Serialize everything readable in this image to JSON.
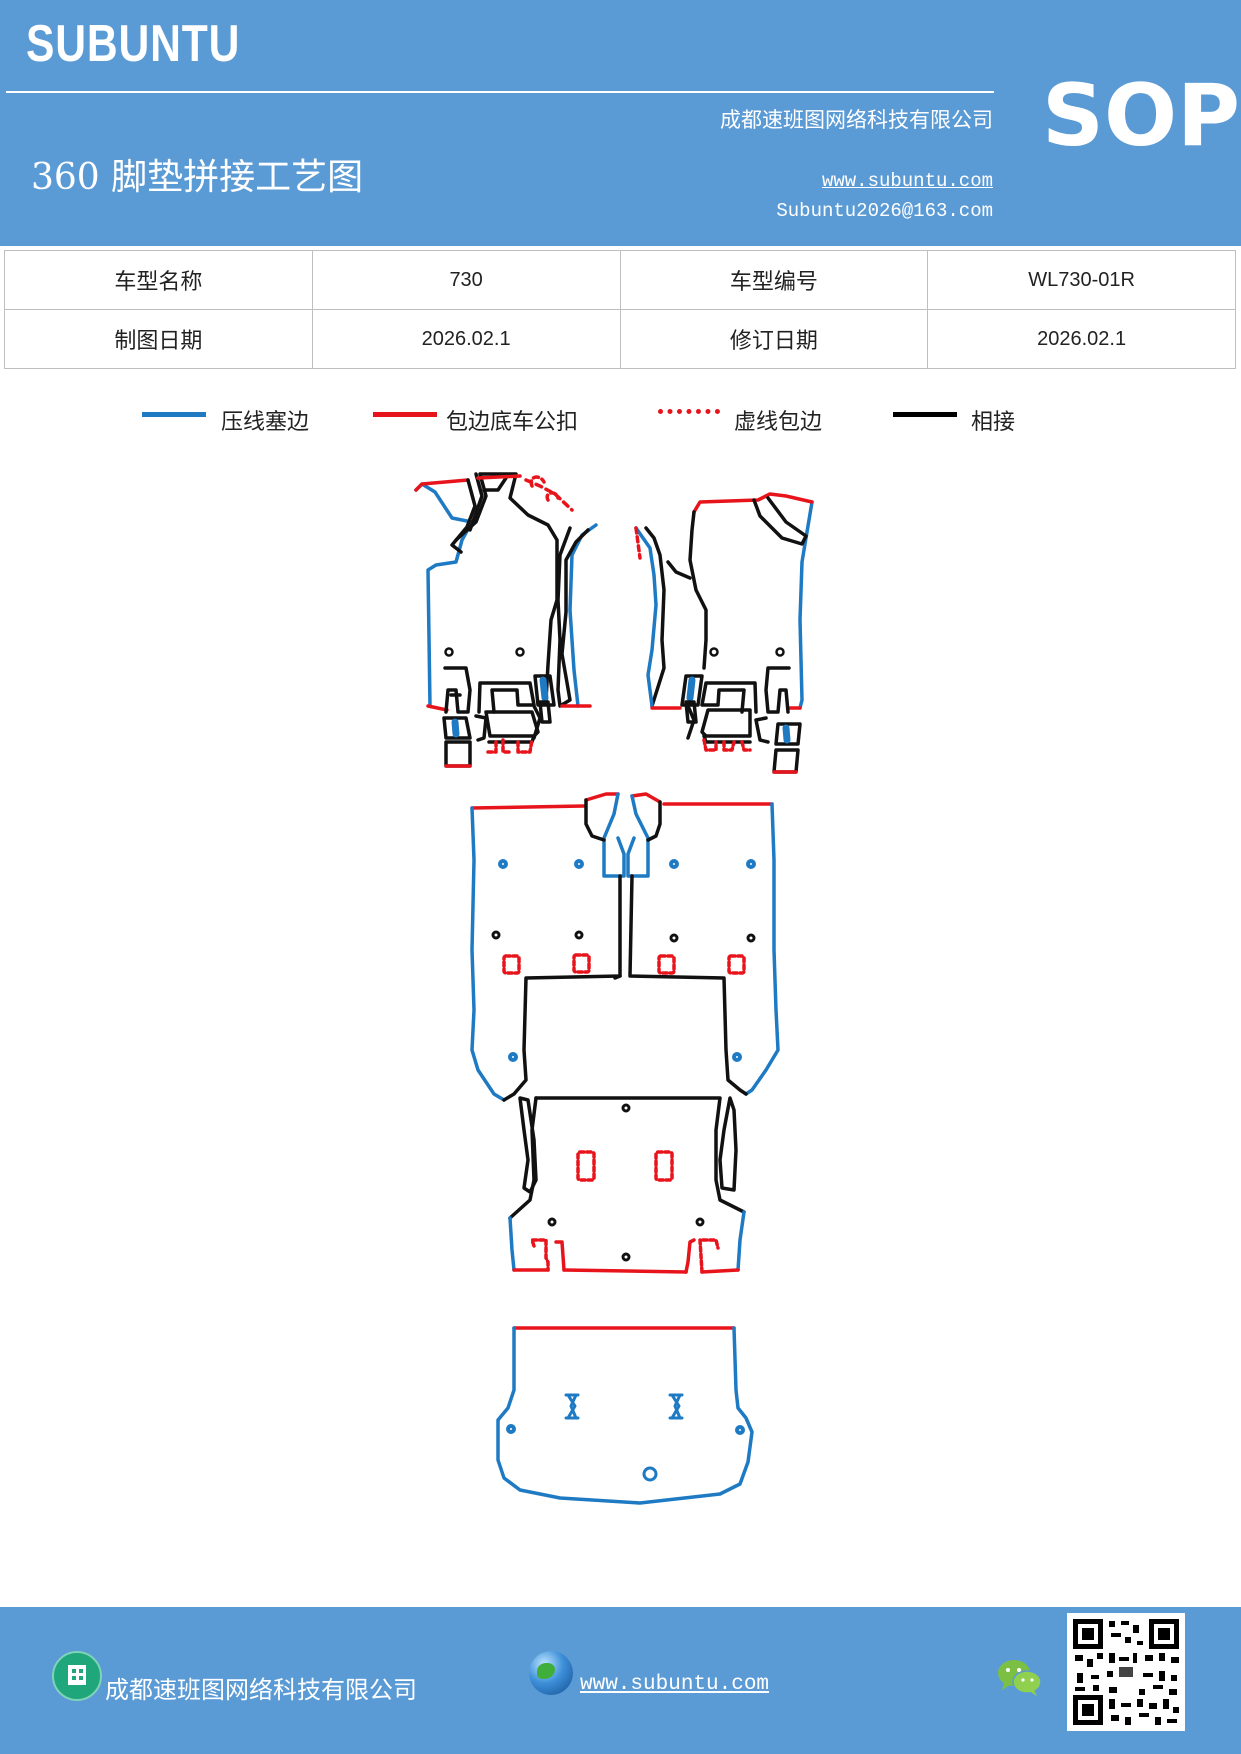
{
  "header": {
    "brand": "SUBUNTU",
    "company": "成都速班图网络科技有限公司",
    "title": "360 脚垫拼接工艺图",
    "url": "www.subuntu.com",
    "email": "Subuntu2026@163.com",
    "badge": "SOP"
  },
  "info_table": {
    "rows": [
      {
        "label1": "车型名称",
        "value1": "730",
        "label2": "车型编号",
        "value2": "WL730-01R"
      },
      {
        "label1": "制图日期",
        "value1": "2026.02.1",
        "label2": "修订日期",
        "value2": "2026.02.1"
      }
    ]
  },
  "legend": {
    "items": [
      {
        "label": "压线塞边",
        "color": "#1f7ac4",
        "style": "solid"
      },
      {
        "label": "包边底车公扣",
        "color": "#e8141c",
        "style": "solid"
      },
      {
        "label": "虚线包边",
        "color": "#e8141c",
        "style": "dotted"
      },
      {
        "label": "相接",
        "color": "#000000",
        "style": "solid"
      }
    ]
  },
  "colors": {
    "header_bg": "#5b9bd5",
    "blue_line": "#1f7ac4",
    "red_line": "#e8141c",
    "black_line": "#111111"
  },
  "footer": {
    "company": "成都速班图网络科技有限公司",
    "url": "www.subuntu.com",
    "icons": [
      "building-icon",
      "globe-icon",
      "wechat-icon",
      "qr-code"
    ]
  }
}
